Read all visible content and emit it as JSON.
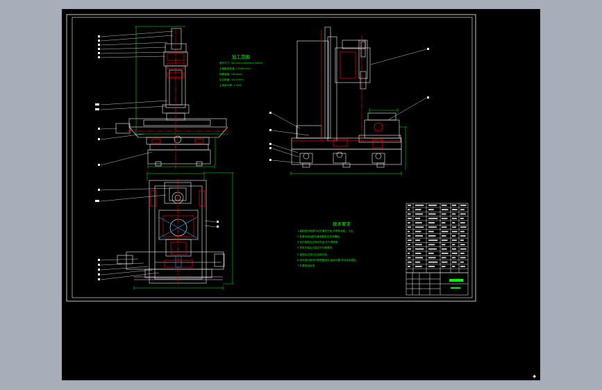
{
  "notes_block_1": {
    "title": "加工范围",
    "lines": [
      "零件尺寸: 300mm×300mm×30mm",
      "主轴最高转速: 12000r/min",
      "快移速度: 10m/min",
      "定位精度: ±0.01mm",
      "主电机功率: 1.5kW"
    ]
  },
  "notes_block_2": {
    "title": "技术要求",
    "lines": [
      "1.装配前所有零件必须清洗干净,不得有毛刺、飞边。",
      "2.各滑动面及配合面装配前应涂润滑油。",
      "3.丝杠装配后应转动灵活,无卡滞现象。",
      "4.导轨安装后应保证平行度要求。",
      "5.装配后应进行空运转试验。",
      "6.电气部分按电气原理图接线,接地可靠,符合安全规范。",
      "7.外露表面涂漆。"
    ]
  },
  "colors": {
    "frame": "#ffffff",
    "linework": "#ffffff",
    "annotation": "#00ff00",
    "centerline": "#ff0000",
    "hidden": "#ff00ff",
    "background": "#000000",
    "outer": "#a7adb9"
  }
}
